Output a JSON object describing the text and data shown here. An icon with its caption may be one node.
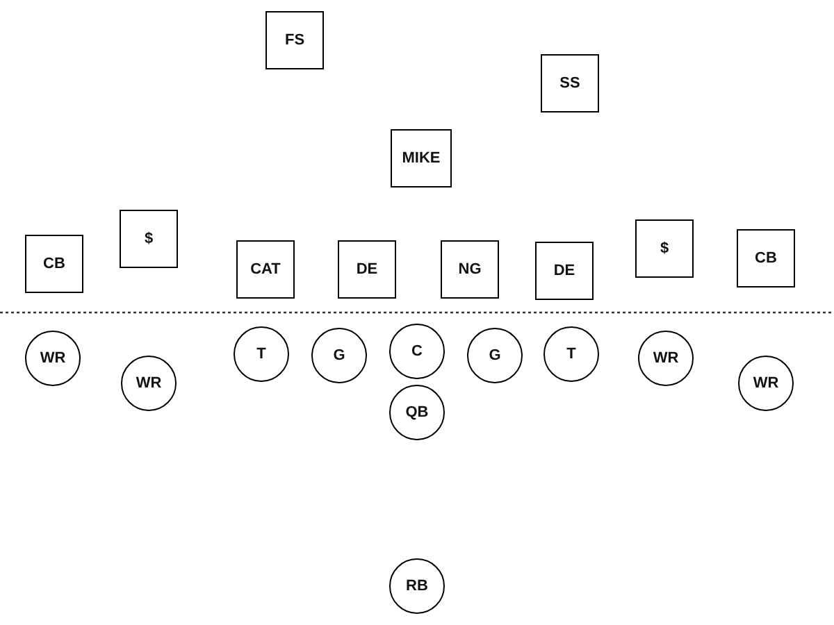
{
  "diagram": {
    "nodes": [
      {
        "text": [
          "FS"
        ]
      },
      {
        "text": [
          "SS"
        ]
      },
      {
        "text": [
          "MIKE"
        ]
      },
      {
        "text": [
          "CB"
        ]
      },
      {
        "text": [
          "$"
        ]
      },
      {
        "text": [
          "CAT"
        ]
      },
      {
        "text": [
          "DE"
        ]
      },
      {
        "text": [
          "NG"
        ]
      },
      {
        "text": [
          "DE"
        ]
      },
      {
        "text": [
          "$"
        ]
      },
      {
        "text": [
          "CB"
        ]
      },
      {
        "text": [
          "WR"
        ]
      },
      {
        "text": [
          "WR"
        ]
      },
      {
        "text": [
          "T"
        ]
      },
      {
        "text": [
          "G"
        ]
      },
      {
        "text": [
          "C"
        ]
      },
      {
        "text": [
          "G"
        ]
      },
      {
        "text": [
          "T"
        ]
      },
      {
        "text": [
          "WR"
        ]
      },
      {
        "text": [
          "WR"
        ]
      },
      {
        "text": [
          "QB"
        ]
      },
      {
        "text": [
          "RB"
        ]
      }
    ]
  }
}
